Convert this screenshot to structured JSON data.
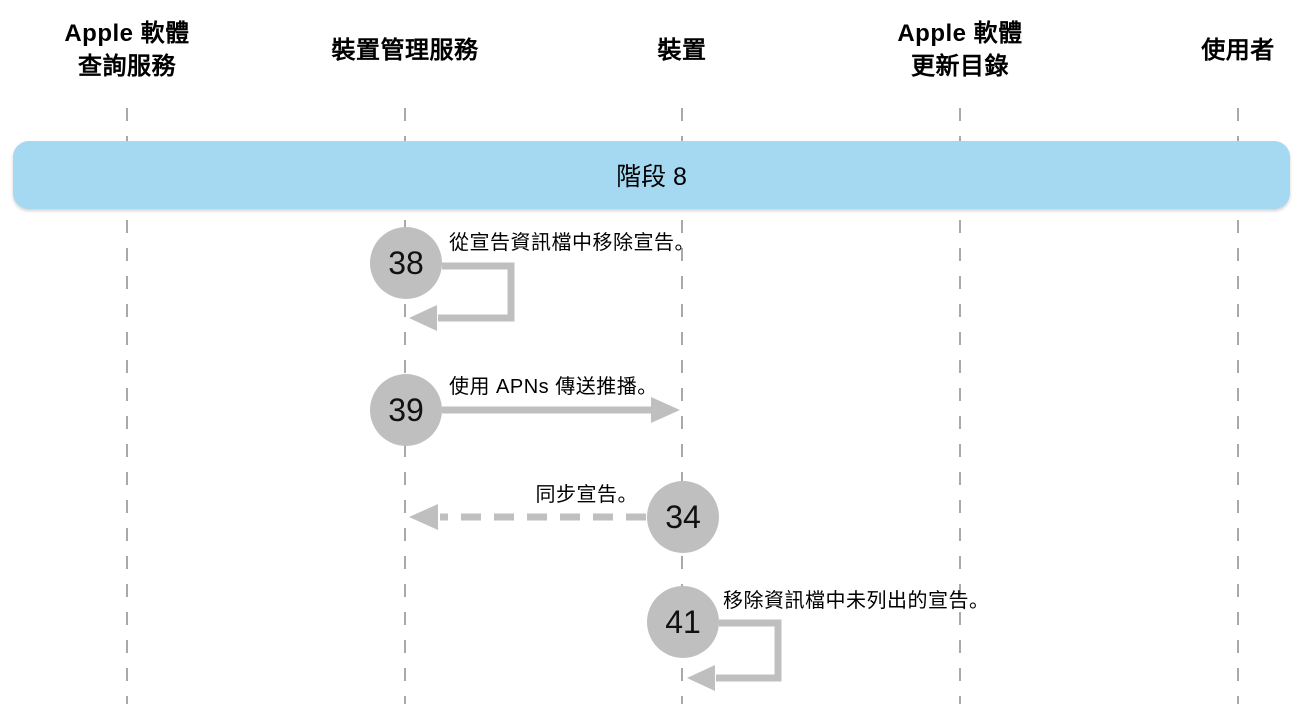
{
  "diagram": {
    "phase_label": "階段 8",
    "actors": [
      {
        "name": "Apple 軟體\n查詢服務"
      },
      {
        "name": "裝置管理服務"
      },
      {
        "name": "裝置"
      },
      {
        "name": "Apple 軟體\n更新目錄"
      },
      {
        "name": "使用者"
      }
    ],
    "steps": [
      {
        "number": "38",
        "label": "從宣告資訊檔中移除宣告。",
        "type": "self-loop",
        "actor": "裝置管理服務"
      },
      {
        "number": "39",
        "label": "使用 APNs 傳送推播。",
        "type": "solid-arrow",
        "from": "裝置管理服務",
        "to": "裝置"
      },
      {
        "number": "34",
        "label": "同步宣告。",
        "type": "dashed-arrow",
        "from": "裝置",
        "to": "裝置管理服務"
      },
      {
        "number": "41",
        "label": "移除資訊檔中未列出的宣告。",
        "type": "self-loop",
        "actor": "裝置"
      }
    ],
    "colors": {
      "banner": "#a4d9f1",
      "circle": "#bfbfbf",
      "arrow": "#bfbfbf",
      "lifeline": "#a9a9a9",
      "text": "#000000"
    }
  }
}
